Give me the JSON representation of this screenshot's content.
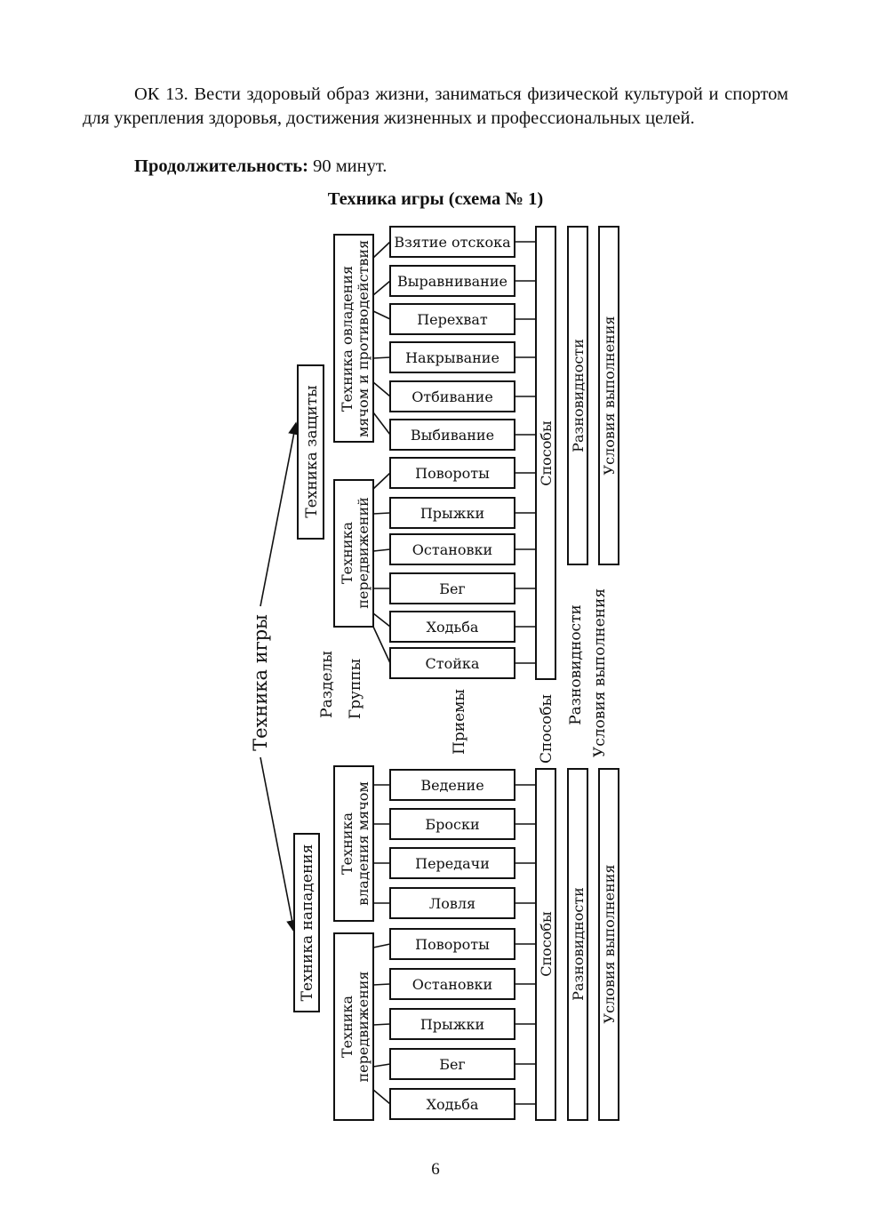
{
  "document": {
    "paragraph_1": "ОК 13. Вести здоровый образ жизни, заниматься физической культурой и спортом для укрепления здоровья, достижения жизненных и профессиональных целей.",
    "duration_label": "Продолжительность:",
    "duration_value": " 90 минут.",
    "diagram_title": "Техника игры (схема № 1)",
    "page_number": "6"
  },
  "diagram": {
    "root": "Техника игры",
    "level_labels": {
      "sections": "Разделы",
      "groups": "Группы",
      "techniques": "Приемы",
      "methods": "Способы",
      "varieties": "Разновидности",
      "conditions": "Условия выполнения"
    },
    "defense": {
      "section": "Техника защиты",
      "groups": [
        {
          "name_line1": "Техника овладения",
          "name_line2": "мячом и противодействия",
          "techniques": [
            "Взятие отскока",
            "Выравнивание",
            "Перехват",
            "Накрывание",
            "Отбивание",
            "Выбивание"
          ]
        },
        {
          "name_line1": "Техника",
          "name_line2": "передвижений",
          "techniques": [
            "Повороты",
            "Прыжки",
            "Остановки",
            "Бег",
            "Ходьба",
            "Стойка"
          ]
        }
      ],
      "methods": "Способы",
      "varieties": "Разновидности",
      "conditions": "Условия выполнения"
    },
    "offense": {
      "section": "Техника нападения",
      "groups": [
        {
          "name_line1": "Техника",
          "name_line2": "владения мячом",
          "techniques": [
            "Ведение",
            "Броски",
            "Передачи",
            "Ловля"
          ]
        },
        {
          "name_line1": "Техника",
          "name_line2": "передвижения",
          "techniques": [
            "Повороты",
            "Остановки",
            "Прыжки",
            "Бег",
            "Ходьба"
          ]
        }
      ],
      "methods": "Способы",
      "varieties": "Разновидности",
      "conditions": "Условия выполнения"
    }
  }
}
